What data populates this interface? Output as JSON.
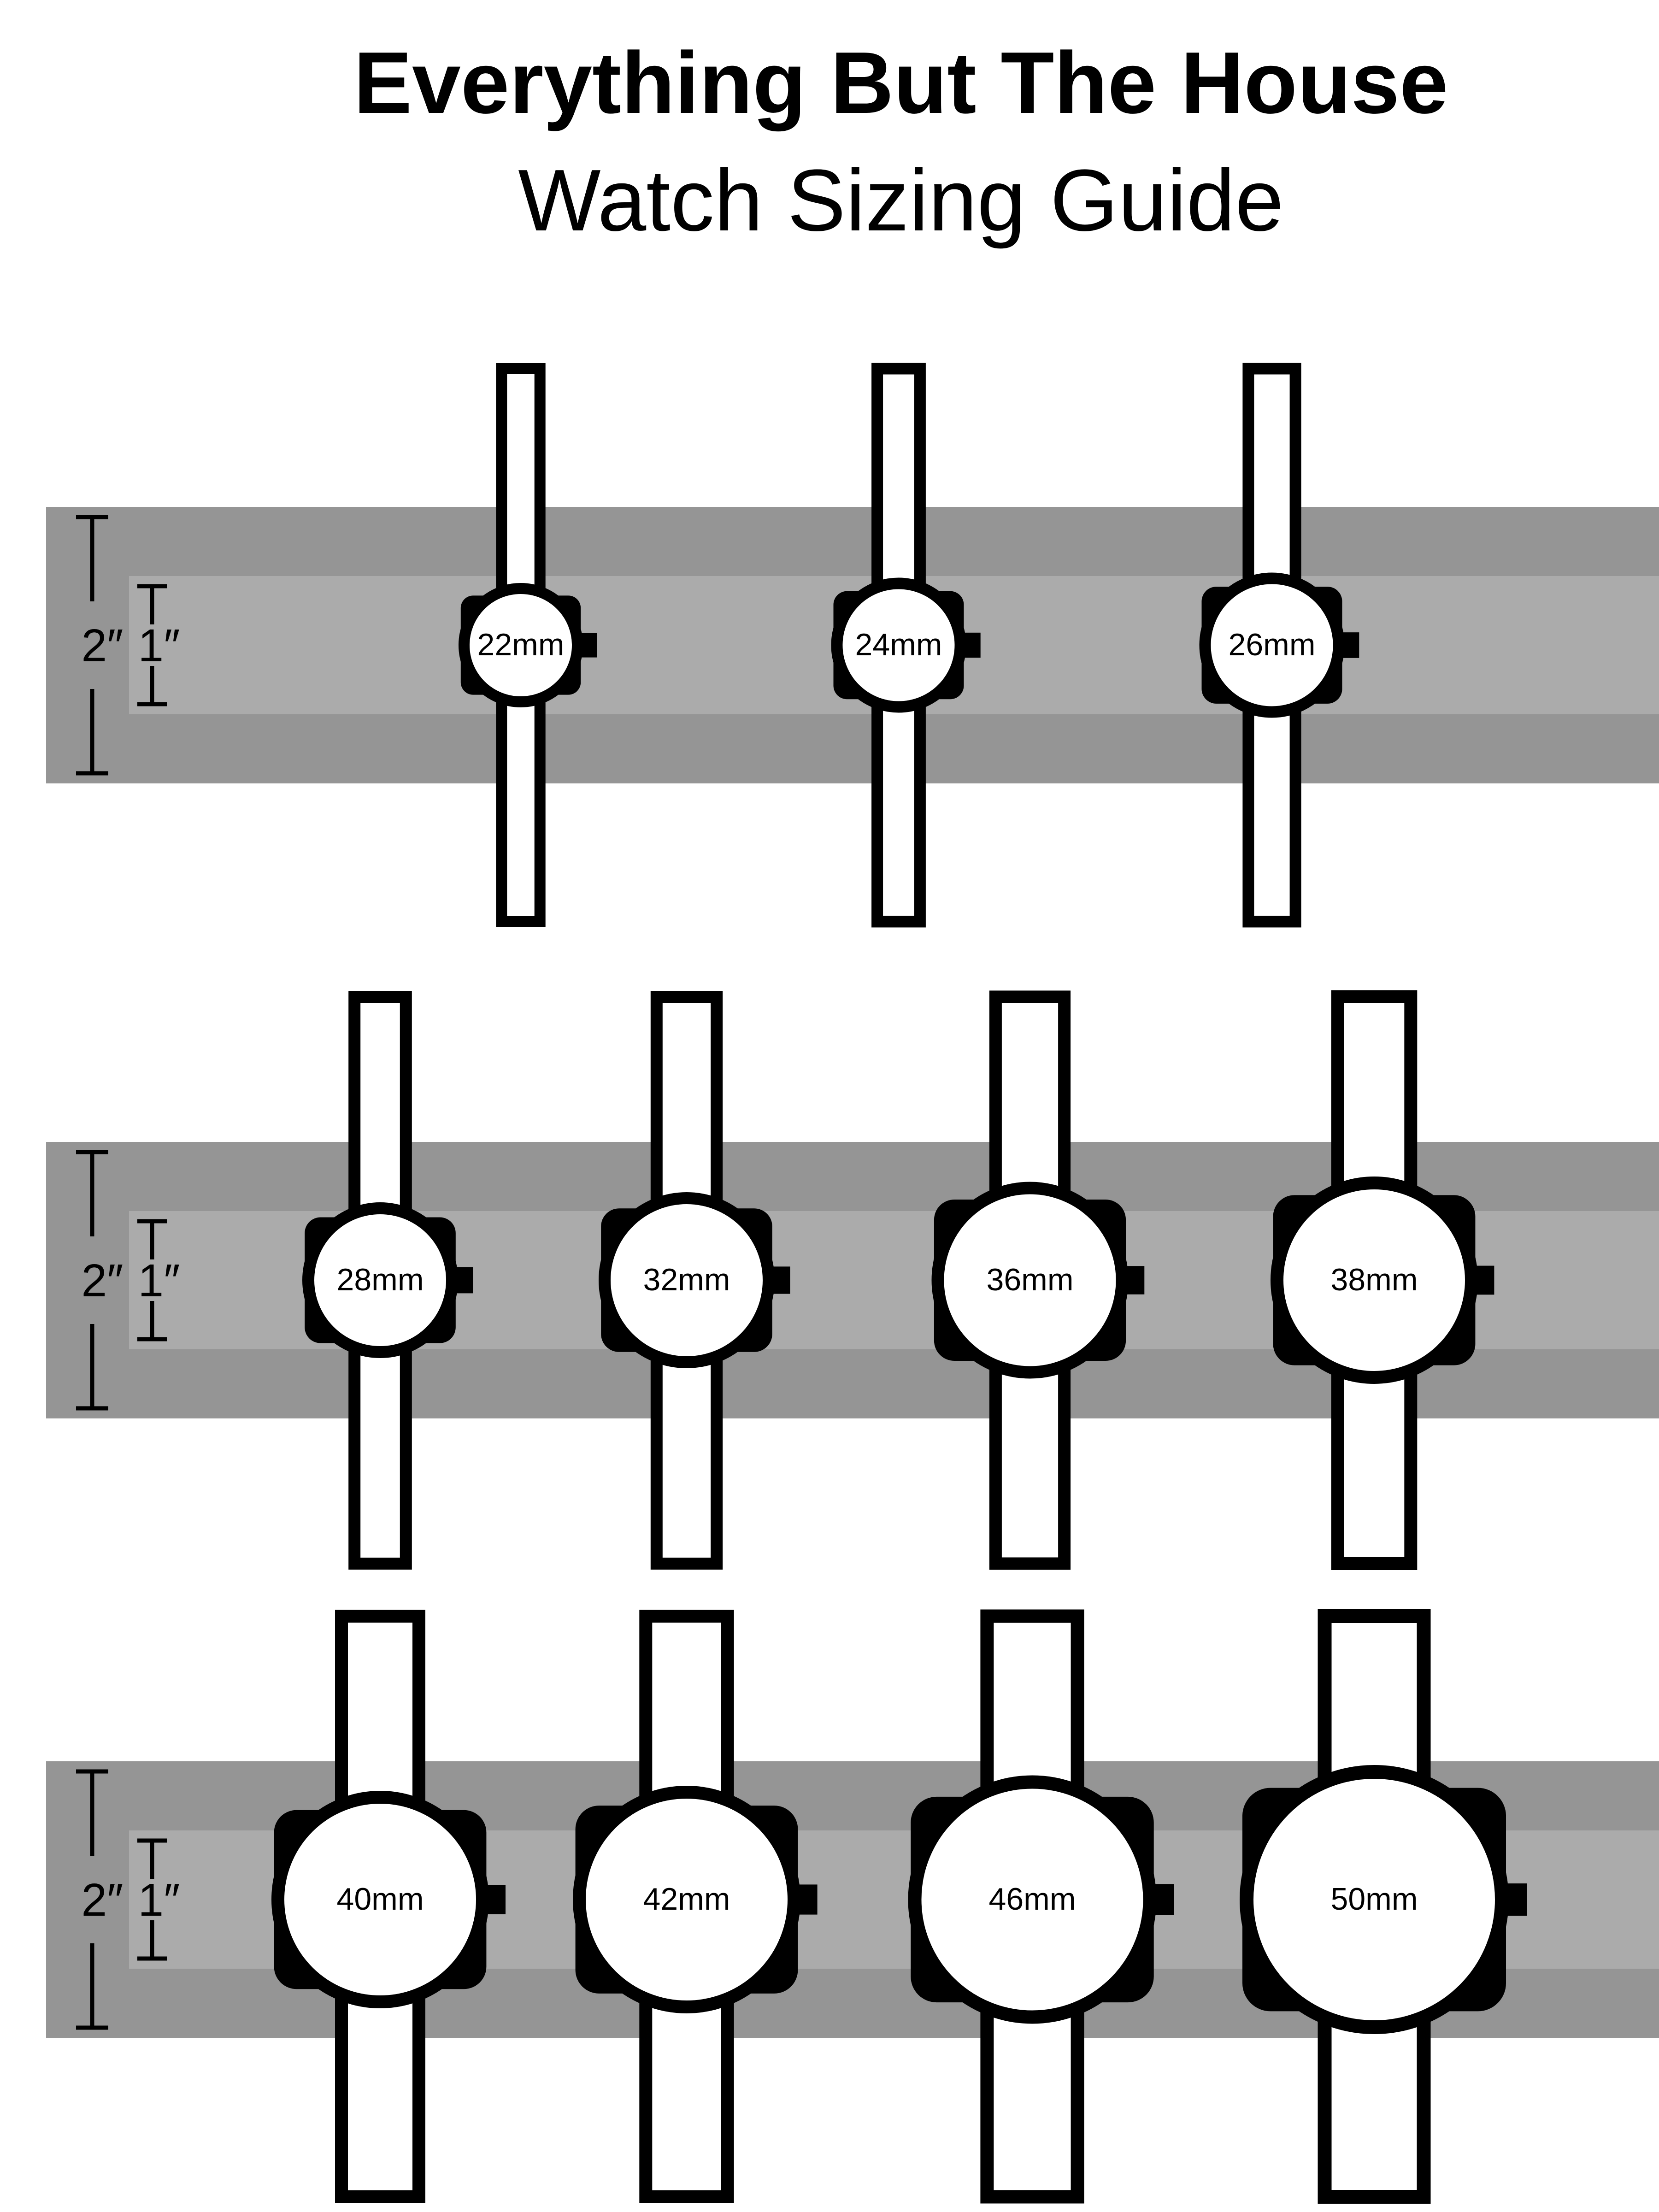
{
  "header": {
    "title": "Everything But The House",
    "subtitle": "Watch Sizing Guide"
  },
  "scale_labels": {
    "outer": "2″",
    "inner": "1″"
  },
  "colors": {
    "outer_band": "#959595",
    "inner_band": "#ababab",
    "line": "#000000",
    "face": "#ffffff"
  },
  "rows": [
    {
      "watches": [
        {
          "label": "22mm",
          "case_mm": 22
        },
        {
          "label": "24mm",
          "case_mm": 24
        },
        {
          "label": "26mm",
          "case_mm": 26
        }
      ]
    },
    {
      "watches": [
        {
          "label": "28mm",
          "case_mm": 28
        },
        {
          "label": "32mm",
          "case_mm": 32
        },
        {
          "label": "36mm",
          "case_mm": 36
        },
        {
          "label": "38mm",
          "case_mm": 38
        }
      ]
    },
    {
      "watches": [
        {
          "label": "40mm",
          "case_mm": 40
        },
        {
          "label": "42mm",
          "case_mm": 42
        },
        {
          "label": "46mm",
          "case_mm": 46
        },
        {
          "label": "50mm",
          "case_mm": 50
        }
      ]
    }
  ]
}
